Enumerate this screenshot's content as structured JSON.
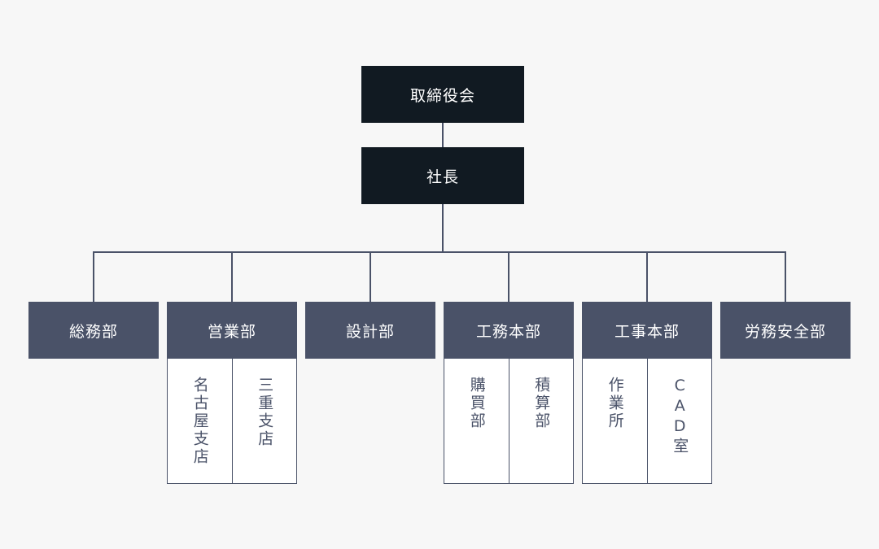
{
  "board": "取締役会",
  "president": "社長",
  "departments": [
    {
      "name": "総務部",
      "sub": []
    },
    {
      "name": "営業部",
      "sub": [
        "名古屋支店",
        "三重支店"
      ]
    },
    {
      "name": "設計部",
      "sub": []
    },
    {
      "name": "工務本部",
      "sub": [
        "購買部",
        "積算部"
      ]
    },
    {
      "name": "工事本部",
      "sub": [
        "作業所",
        "CAD室"
      ]
    },
    {
      "name": "労務安全部",
      "sub": []
    }
  ],
  "colors": {
    "top_box": "#111a22",
    "dept_box": "#4a5268",
    "background": "#f7f7f7",
    "line": "#4a5268"
  }
}
